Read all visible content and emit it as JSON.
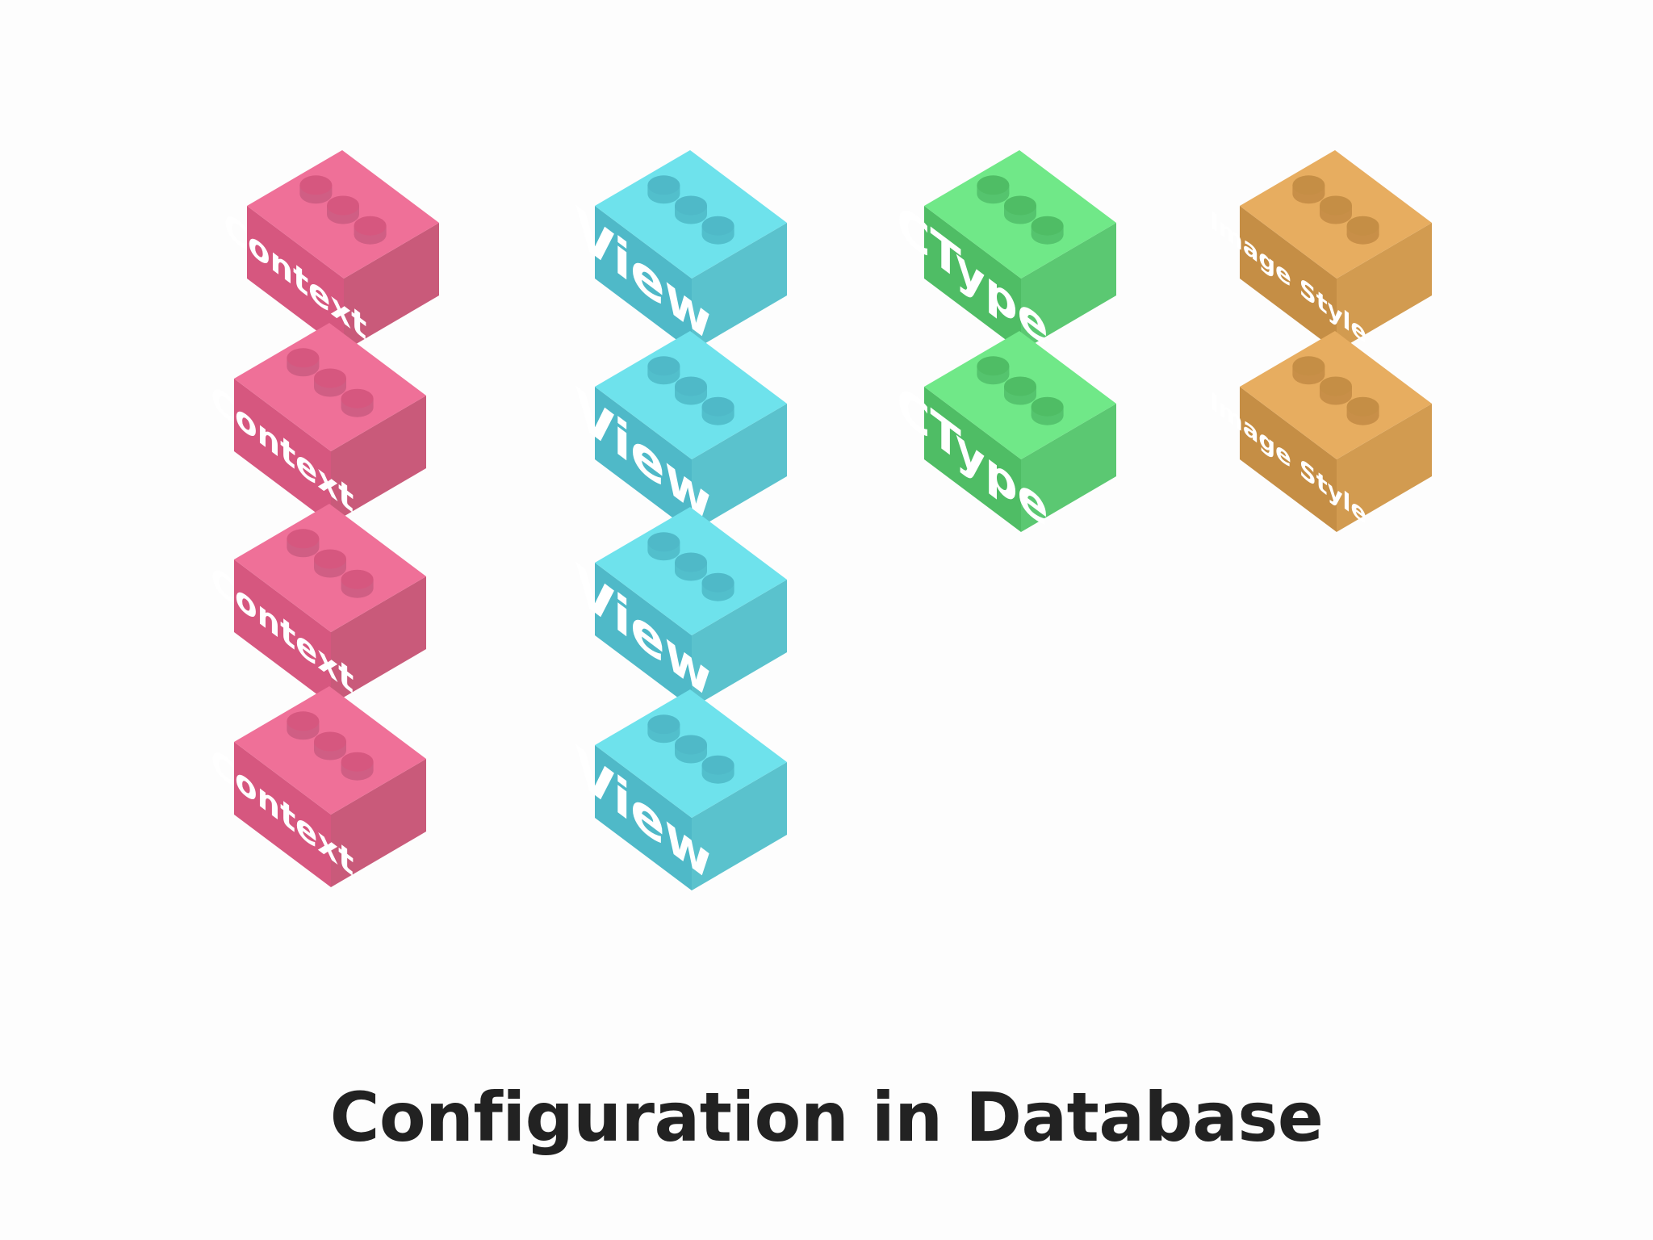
{
  "caption": "Configuration in Database",
  "columns": [
    {
      "label": "Context",
      "count": 4,
      "colors": {
        "top": "#ef7098",
        "left": "#d6577f",
        "right": "#c95a7a",
        "stud": "#d05e84",
        "text": "#ffffff"
      }
    },
    {
      "label": "View",
      "count": 4,
      "colors": {
        "top": "#6ee2ec",
        "left": "#4fb9c8",
        "right": "#5ac2cd",
        "stud": "#52bfcc",
        "text": "#ffffff"
      }
    },
    {
      "label": "CType",
      "count": 2,
      "colors": {
        "top": "#70e888",
        "left": "#4fbd65",
        "right": "#5bc872",
        "stud": "#55c46e",
        "text": "#ffffff"
      }
    },
    {
      "label": "Image Style",
      "count": 2,
      "colors": {
        "top": "#e7ad60",
        "left": "#c58e45",
        "right": "#d29b50",
        "stud": "#c88f48",
        "text": "#ffffff"
      }
    }
  ]
}
